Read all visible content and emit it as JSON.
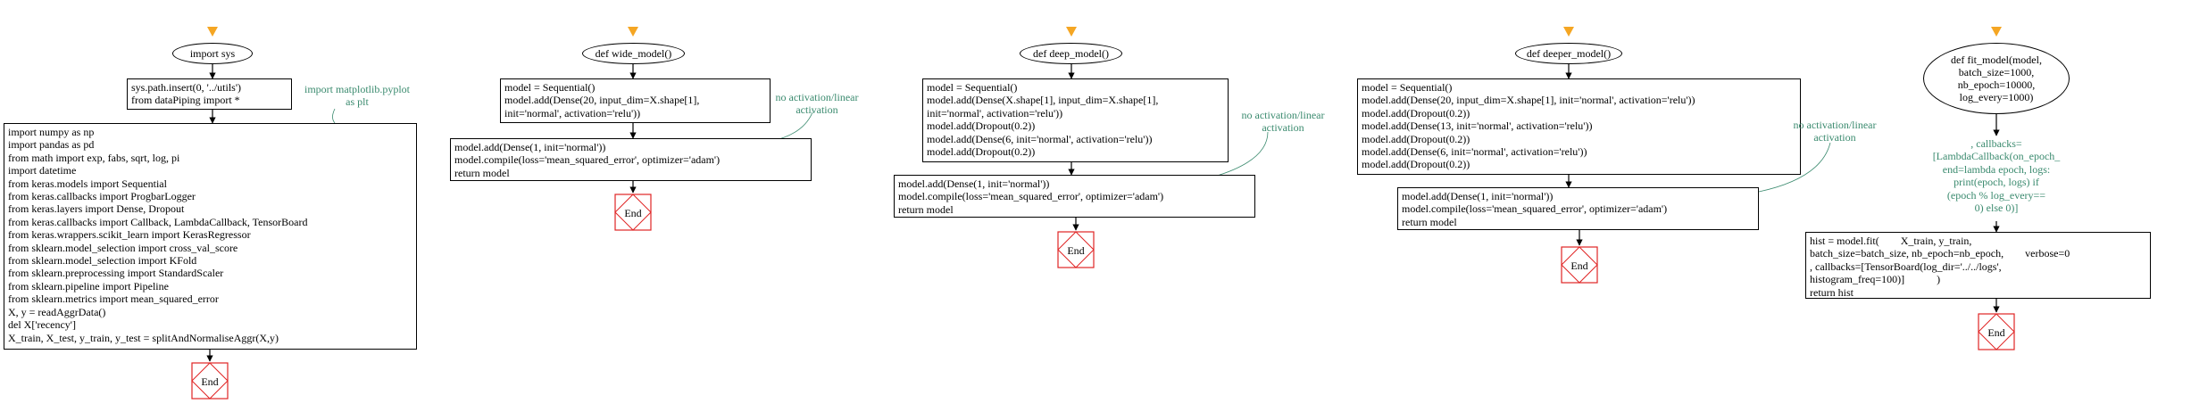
{
  "flows": [
    {
      "start": "import sys",
      "steps": [
        "sys.path.insert(0, '../utils')\nfrom dataPiping import *",
        "import numpy as np\nimport pandas as pd\nfrom math import exp, fabs, sqrt, log, pi\nimport datetime\nfrom keras.models import Sequential\nfrom keras.callbacks import ProgbarLogger\nfrom keras.layers import Dense, Dropout\nfrom keras.callbacks import Callback, LambdaCallback, TensorBoard\nfrom keras.wrappers.scikit_learn import KerasRegressor\nfrom sklearn.model_selection import cross_val_score\nfrom sklearn.model_selection import KFold\nfrom sklearn.preprocessing import StandardScaler\nfrom sklearn.pipeline import Pipeline\nfrom sklearn.metrics import mean_squared_error\nX, y = readAggrData()\ndel X['recency']\nX_train, X_test, y_train, y_test = splitAndNormaliseAggr(X,y)"
      ],
      "note": "import matplotlib.pyplot\nas plt",
      "end": "End"
    },
    {
      "start": "def wide_model()",
      "steps": [
        "model = Sequential()\nmodel.add(Dense(20, input_dim=X.shape[1],\ninit='normal', activation='relu'))",
        "model.add(Dense(1, init='normal'))\nmodel.compile(loss='mean_squared_error', optimizer='adam')\nreturn model"
      ],
      "note": "no activation/linear\nactivation",
      "end": "End"
    },
    {
      "start": "def deep_model()",
      "steps": [
        "model = Sequential()\nmodel.add(Dense(X.shape[1], input_dim=X.shape[1],\ninit='normal', activation='relu'))\nmodel.add(Dropout(0.2))\nmodel.add(Dense(6, init='normal', activation='relu'))\nmodel.add(Dropout(0.2))",
        "model.add(Dense(1, init='normal'))\nmodel.compile(loss='mean_squared_error', optimizer='adam')\nreturn model"
      ],
      "note": "no activation/linear\nactivation",
      "end": "End"
    },
    {
      "start": "def deeper_model()",
      "steps": [
        "model = Sequential()\nmodel.add(Dense(20, input_dim=X.shape[1], init='normal', activation='relu'))\nmodel.add(Dropout(0.2))\nmodel.add(Dense(13, init='normal', activation='relu'))\nmodel.add(Dropout(0.2))\nmodel.add(Dense(6, init='normal', activation='relu'))\nmodel.add(Dropout(0.2))",
        "model.add(Dense(1, init='normal'))\nmodel.compile(loss='mean_squared_error', optimizer='adam')\nreturn model"
      ],
      "note": "no activation/linear\nactivation",
      "end": "End"
    },
    {
      "start": "def fit_model(model,\nbatch_size=1000,\nnb_epoch=10000,\nlog_every=1000)",
      "annotation": ", callbacks=\n[LambdaCallback(on_epoch_\nend=lambda epoch, logs:\nprint(epoch, logs) if\n(epoch % log_every==\n0) else 0)]",
      "steps": [
        "hist = model.fit(        X_train, y_train,\nbatch_size=batch_size, nb_epoch=nb_epoch,        verbose=0\n, callbacks=[TensorBoard(log_dir='../../logs',\nhistogram_freq=100)]            )\nreturn hist"
      ],
      "end": "End"
    }
  ],
  "colors": {
    "start_arrow": "#f5a623",
    "end_box": "#e02424",
    "note": "#3a8a6e",
    "line": "#000000"
  }
}
